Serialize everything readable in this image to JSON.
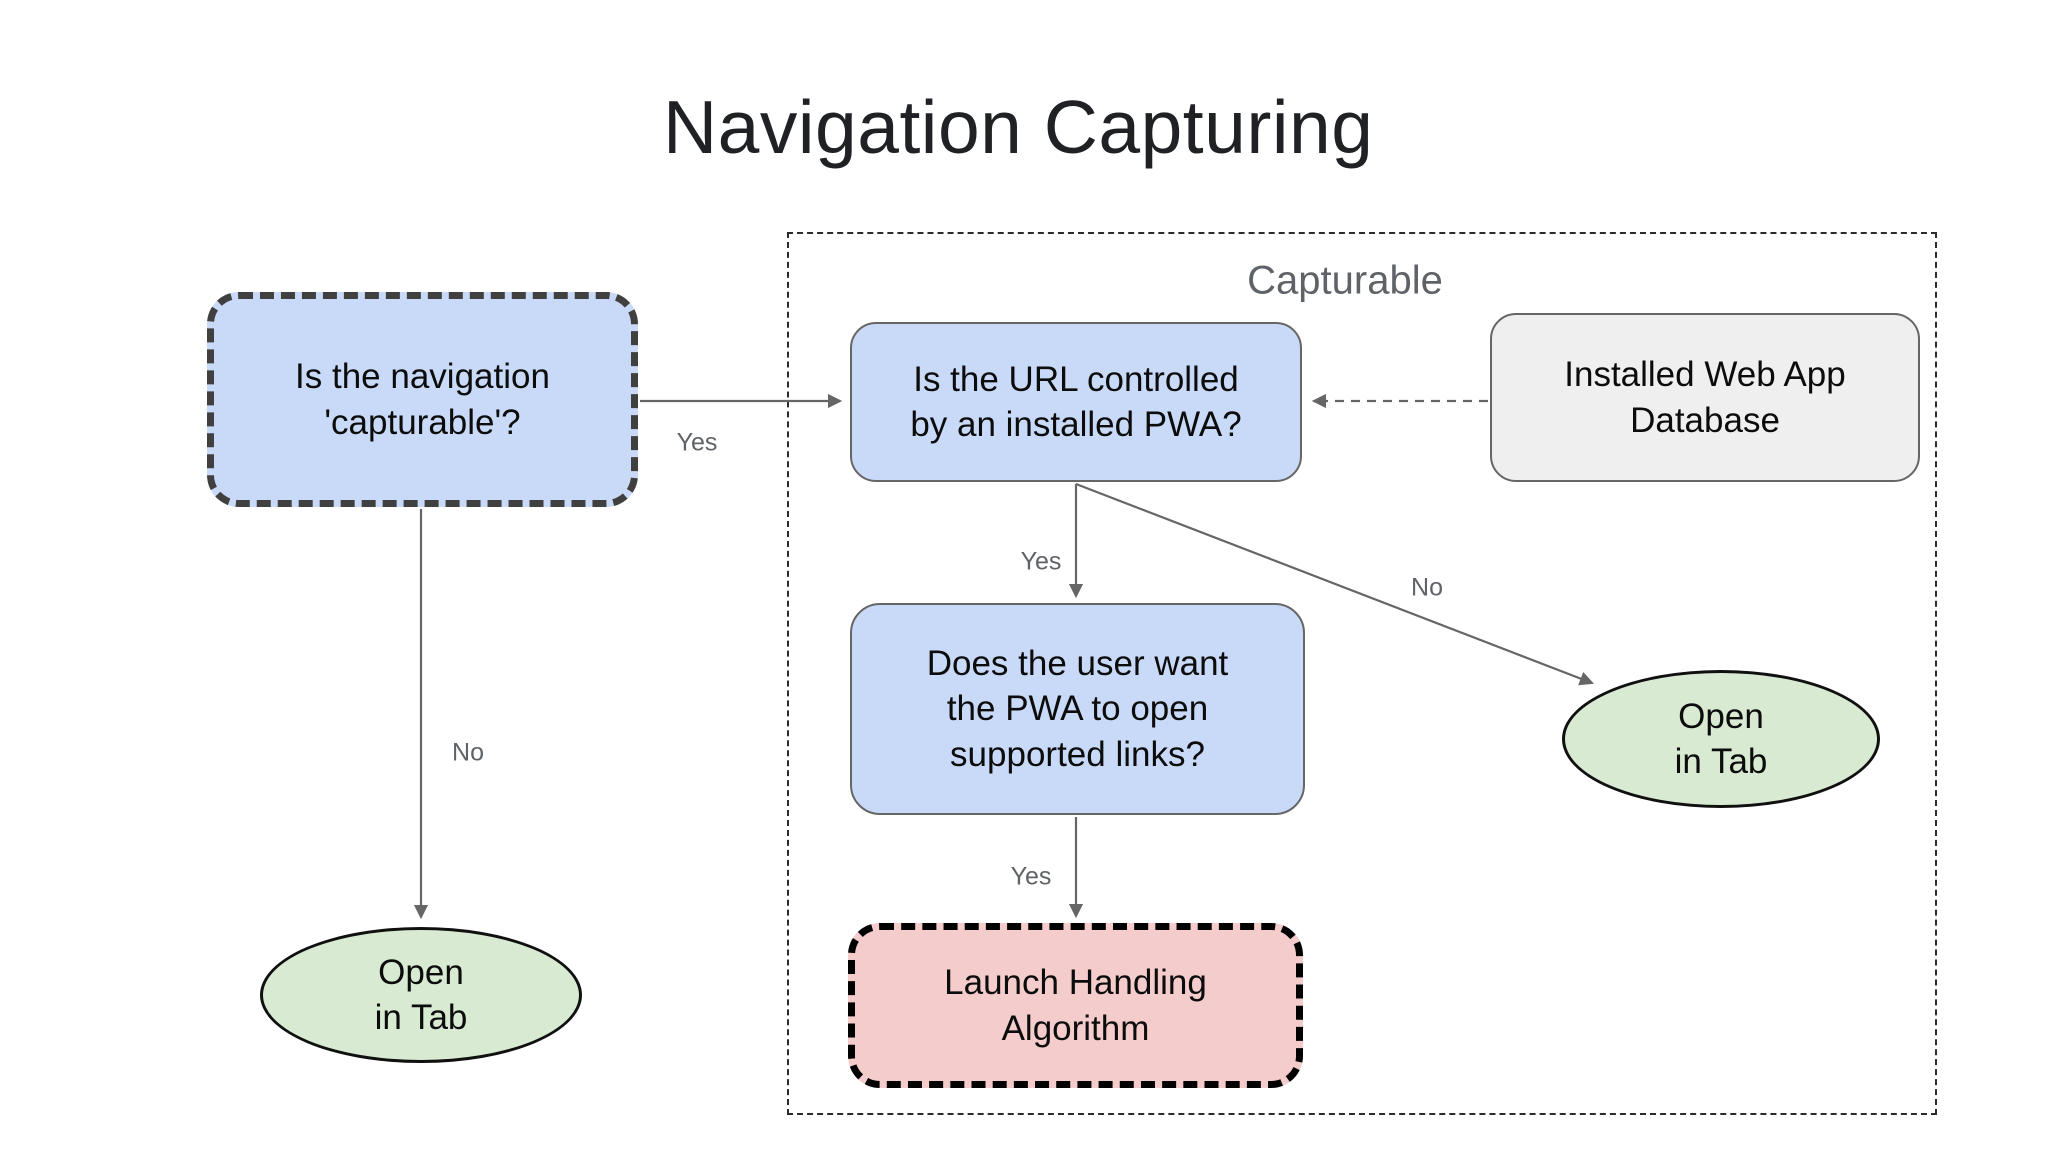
{
  "title": "Navigation Capturing",
  "group": {
    "label": "Capturable"
  },
  "nodes": {
    "is_navigation_capturable": {
      "label": "Is the navigation\n'capturable'?",
      "shape": "dashed-rounded-rect"
    },
    "is_url_controlled": {
      "label": "Is the URL controlled\nby an installed PWA?",
      "shape": "rounded-rect"
    },
    "installed_web_app_database": {
      "label": "Installed Web App\nDatabase",
      "shape": "rounded-rect"
    },
    "does_user_want": {
      "label": "Does the user want\nthe PWA to open\nsupported links?",
      "shape": "rounded-rect"
    },
    "launch_handling_algorithm": {
      "label": "Launch Handling\nAlgorithm",
      "shape": "dashed-rounded-rect"
    },
    "open_in_tab_left": {
      "label": "Open\nin Tab",
      "shape": "ellipse"
    },
    "open_in_tab_right": {
      "label": "Open\nin Tab",
      "shape": "ellipse"
    }
  },
  "edges": {
    "capturable_yes": {
      "label": "Yes",
      "from": "is_navigation_capturable",
      "to": "is_url_controlled"
    },
    "capturable_no": {
      "label": "No",
      "from": "is_navigation_capturable",
      "to": "open_in_tab_left"
    },
    "url_controlled_yes": {
      "label": "Yes",
      "from": "is_url_controlled",
      "to": "does_user_want"
    },
    "url_controlled_no": {
      "label": "No",
      "from": "is_url_controlled",
      "to": "open_in_tab_right"
    },
    "supported_links_yes": {
      "label": "Yes",
      "from": "does_user_want",
      "to": "launch_handling_algorithm"
    },
    "database_lookup": {
      "label": "",
      "from": "installed_web_app_database",
      "to": "is_url_controlled",
      "style": "dashed"
    }
  },
  "colors": {
    "node_blue": "#c9daf8",
    "node_green": "#d9ead3",
    "node_pink": "#f4cccc",
    "node_gray": "#efefef",
    "border_gray": "#666666",
    "border_dark": "#404040",
    "border_black": "#000000",
    "connector_gray": "#666666",
    "label_gray": "#5f6368",
    "frame_black": "#2b2b2b",
    "title_black": "#202124"
  }
}
